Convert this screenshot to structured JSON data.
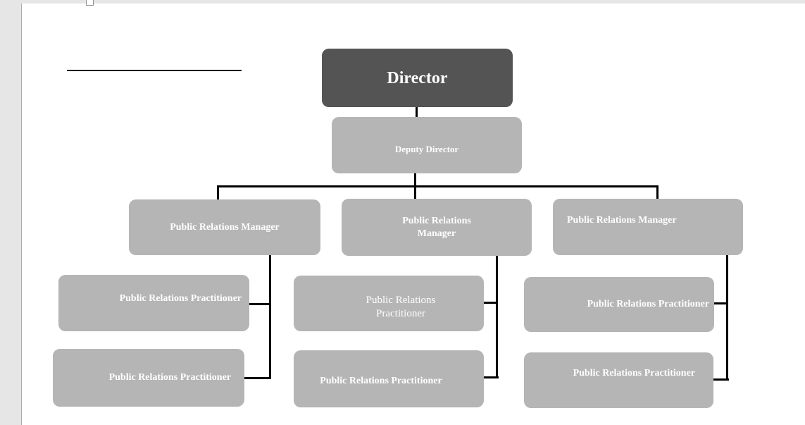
{
  "document": {
    "app_background_color": "#e6e6e6",
    "page_color": "#ffffff"
  },
  "diagram": {
    "type": "org-chart",
    "colors": {
      "director_box": "#545454",
      "node_box": "#b5b5b5",
      "connector": "#000000",
      "label_text": "#ffffff"
    },
    "nodes": {
      "director": {
        "label": "Director"
      },
      "deputy": {
        "label": "Deputy Director"
      },
      "manager_left": {
        "label": "Public Relations Manager"
      },
      "manager_center": {
        "label": "Public Relations Manager"
      },
      "manager_right": {
        "label": "Public Relations Manager"
      },
      "practitioner_left_1": {
        "label": "Public Relations Practitioner"
      },
      "practitioner_left_2": {
        "label": "Public Relations Practitioner"
      },
      "practitioner_center_1": {
        "label": "Public Relations Practitioner"
      },
      "practitioner_center_2": {
        "label": "Public Relations Practitioner"
      },
      "practitioner_right_1": {
        "label": "Public Relations Practitioner"
      },
      "practitioner_right_2": {
        "label": "Public Relations Practitioner"
      }
    },
    "edges": [
      [
        "director",
        "deputy"
      ],
      [
        "deputy",
        "manager_left"
      ],
      [
        "deputy",
        "manager_center"
      ],
      [
        "deputy",
        "manager_right"
      ],
      [
        "manager_left",
        "practitioner_left_1"
      ],
      [
        "manager_left",
        "practitioner_left_2"
      ],
      [
        "manager_center",
        "practitioner_center_1"
      ],
      [
        "manager_center",
        "practitioner_center_2"
      ],
      [
        "manager_right",
        "practitioner_right_1"
      ],
      [
        "manager_right",
        "practitioner_right_2"
      ]
    ]
  }
}
